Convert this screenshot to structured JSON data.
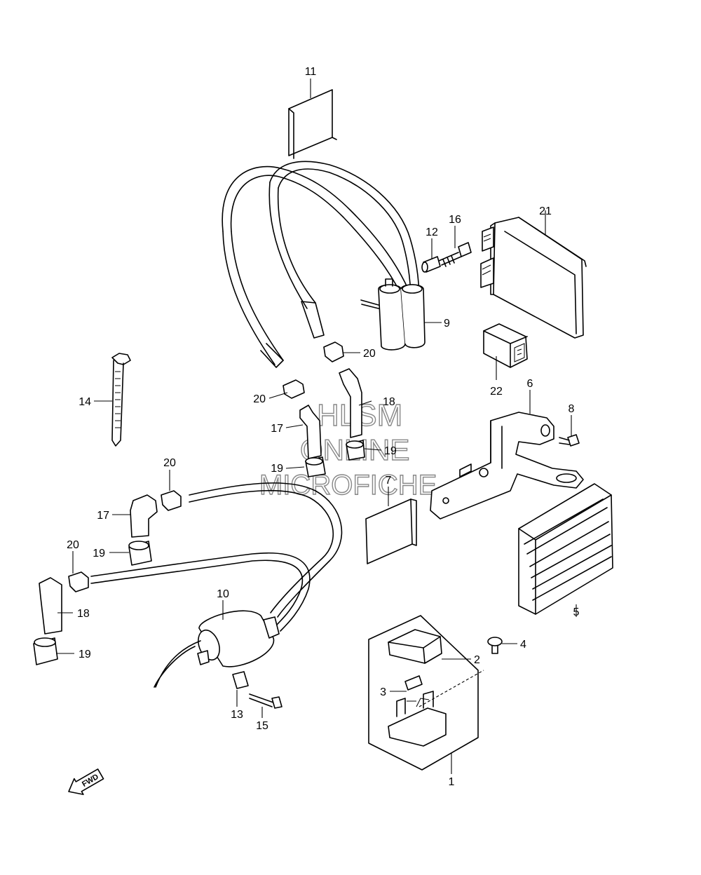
{
  "callouts": {
    "c1": "1",
    "c2": "2",
    "c3": "3",
    "c4": "4",
    "c5": "5",
    "c6": "6",
    "c7": "7",
    "c8": "8",
    "c9": "9",
    "c10": "10",
    "c11": "11",
    "c12": "12",
    "c13": "13",
    "c14": "14",
    "c15": "15",
    "c16": "16",
    "c17a": "17",
    "c17b": "17",
    "c18a": "18",
    "c18b": "18",
    "c19a": "19",
    "c19b": "19",
    "c19c": "19",
    "c19d": "19",
    "c20a": "20",
    "c20b": "20",
    "c20c": "20",
    "c20d": "20",
    "c21": "21",
    "c22": "22"
  },
  "watermark": {
    "line1": "HLSM",
    "line2": "ONLINE",
    "line3": "MICROFICHE"
  },
  "fwd_arrow": {
    "label": "FWD",
    "icon": "fwd-arrow-icon"
  }
}
